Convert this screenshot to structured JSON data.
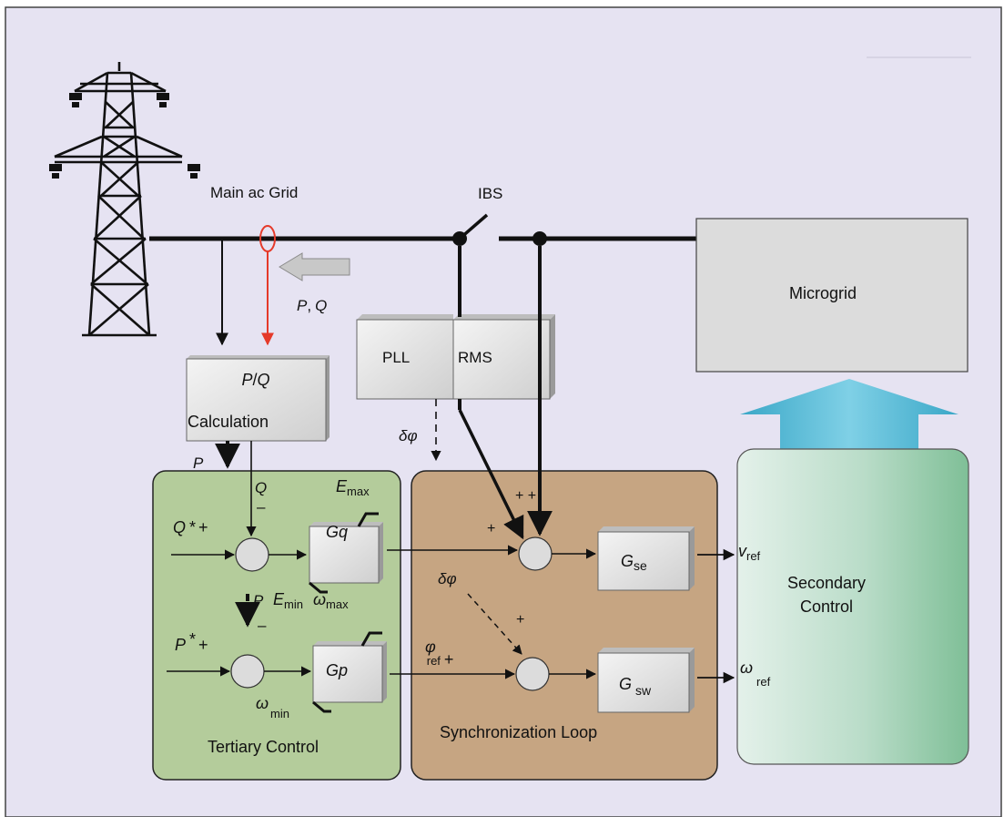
{
  "labels": {
    "main_grid": "Main ac Grid",
    "ibs": "IBS",
    "microgrid": "Microgrid",
    "pq_p": "P",
    "pq_comma": ",",
    "pq_q": "Q",
    "pqcalc_line1_p": "P",
    "pqcalc_line1_slash": "/",
    "pqcalc_line1_q": "Q",
    "pqcalc_line2": "Calculation",
    "pll": "PLL",
    "rms": "RMS",
    "delta_phi_top": "δφ",
    "delta_phi_mid": "δφ",
    "p_out": "P",
    "q_in": "Q",
    "minus": "–",
    "plus": "+",
    "plusplus": "+ +",
    "e": "E",
    "max": "max",
    "min": "min",
    "omega": "ω",
    "q_star": "Q",
    "p_star": "P",
    "star": "*",
    "gq": "Gq",
    "gp": "Gp",
    "g": "G",
    "se": "se",
    "sw": "sw",
    "phi": "φ",
    "ref": "ref",
    "v": "v",
    "tertiary": "Tertiary Control",
    "sync": "Synchronization Loop",
    "secondary_1": "Secondary",
    "secondary_2": "Control"
  },
  "colors": {
    "background": "#e6e3f2",
    "tertiary_fill": "#b4cc9b",
    "sync_fill": "#c6a582",
    "box_fill": "#e0e0e0",
    "arrow_blue": "#3aa7c7",
    "signal_red": "#e53a2a"
  }
}
